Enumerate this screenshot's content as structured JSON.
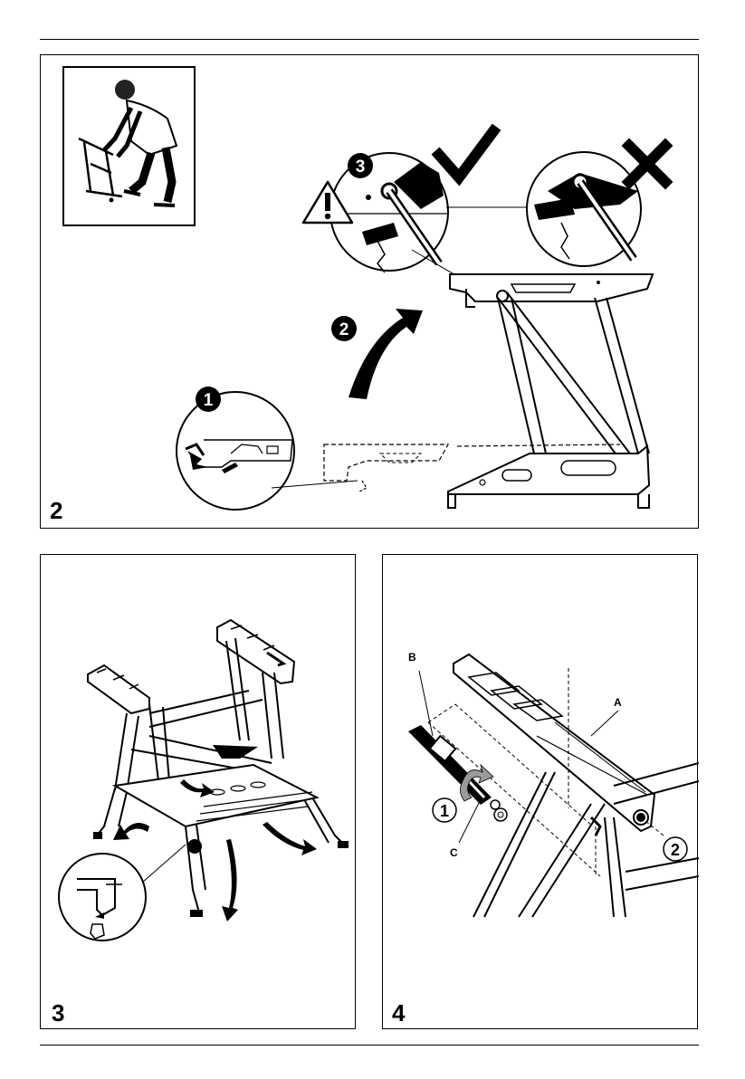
{
  "figures": [
    {
      "number": "2",
      "steps": [
        "1",
        "2",
        "3"
      ]
    },
    {
      "number": "3"
    },
    {
      "number": "4",
      "callouts": {
        "a": "A",
        "b": "B",
        "c": "C"
      },
      "steps": [
        "1",
        "2"
      ]
    }
  ],
  "colors": {
    "ink": "#000000",
    "paper": "#ffffff",
    "shade": "#9a9a9a"
  },
  "icons": [
    "warning-triangle-icon",
    "checkmark-icon",
    "cross-icon",
    "arrow-icon",
    "rotate-arrow-icon"
  ]
}
